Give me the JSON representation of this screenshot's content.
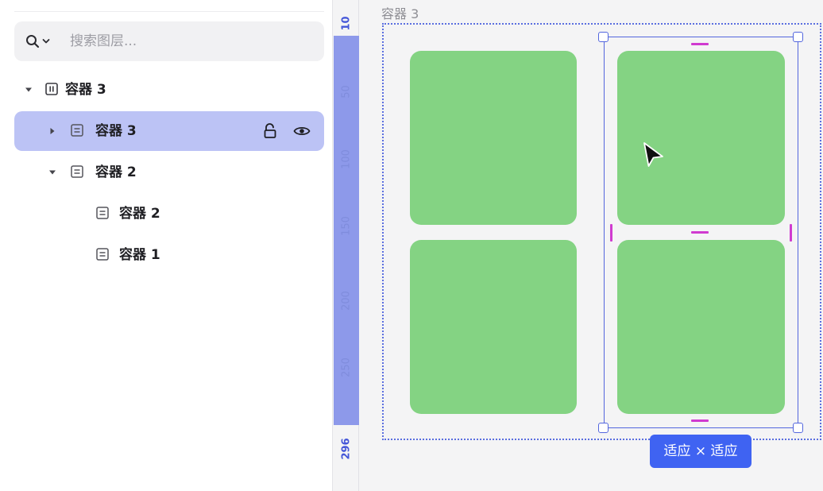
{
  "search": {
    "placeholder": "搜索图层..."
  },
  "layers": [
    {
      "label": "容器 3",
      "expanded": true,
      "selected": false,
      "icon": "container-icon"
    },
    {
      "label": "容器 3",
      "expanded": false,
      "selected": true,
      "icon": "frame-icon",
      "actions": [
        "lock-icon",
        "eye-icon"
      ]
    },
    {
      "label": "容器 2",
      "expanded": true,
      "selected": false,
      "icon": "frame-icon"
    },
    {
      "label": "容器 2",
      "selected": false,
      "icon": "frame-icon"
    },
    {
      "label": "容器 1",
      "selected": false,
      "icon": "frame-icon"
    }
  ],
  "canvas": {
    "container_label": "容器 3",
    "ruler_labels": [
      "10",
      "50",
      "100",
      "150",
      "200",
      "250",
      "296"
    ],
    "size_badge": "适应 × 适应"
  },
  "colors": {
    "selection_row": "#bcc3f5",
    "ruler_highlight": "#8d99ea",
    "card_fill": "#84d383",
    "selection_stroke": "#5366de",
    "badge": "#3f63f2",
    "guide_marker": "#d03bd0"
  }
}
